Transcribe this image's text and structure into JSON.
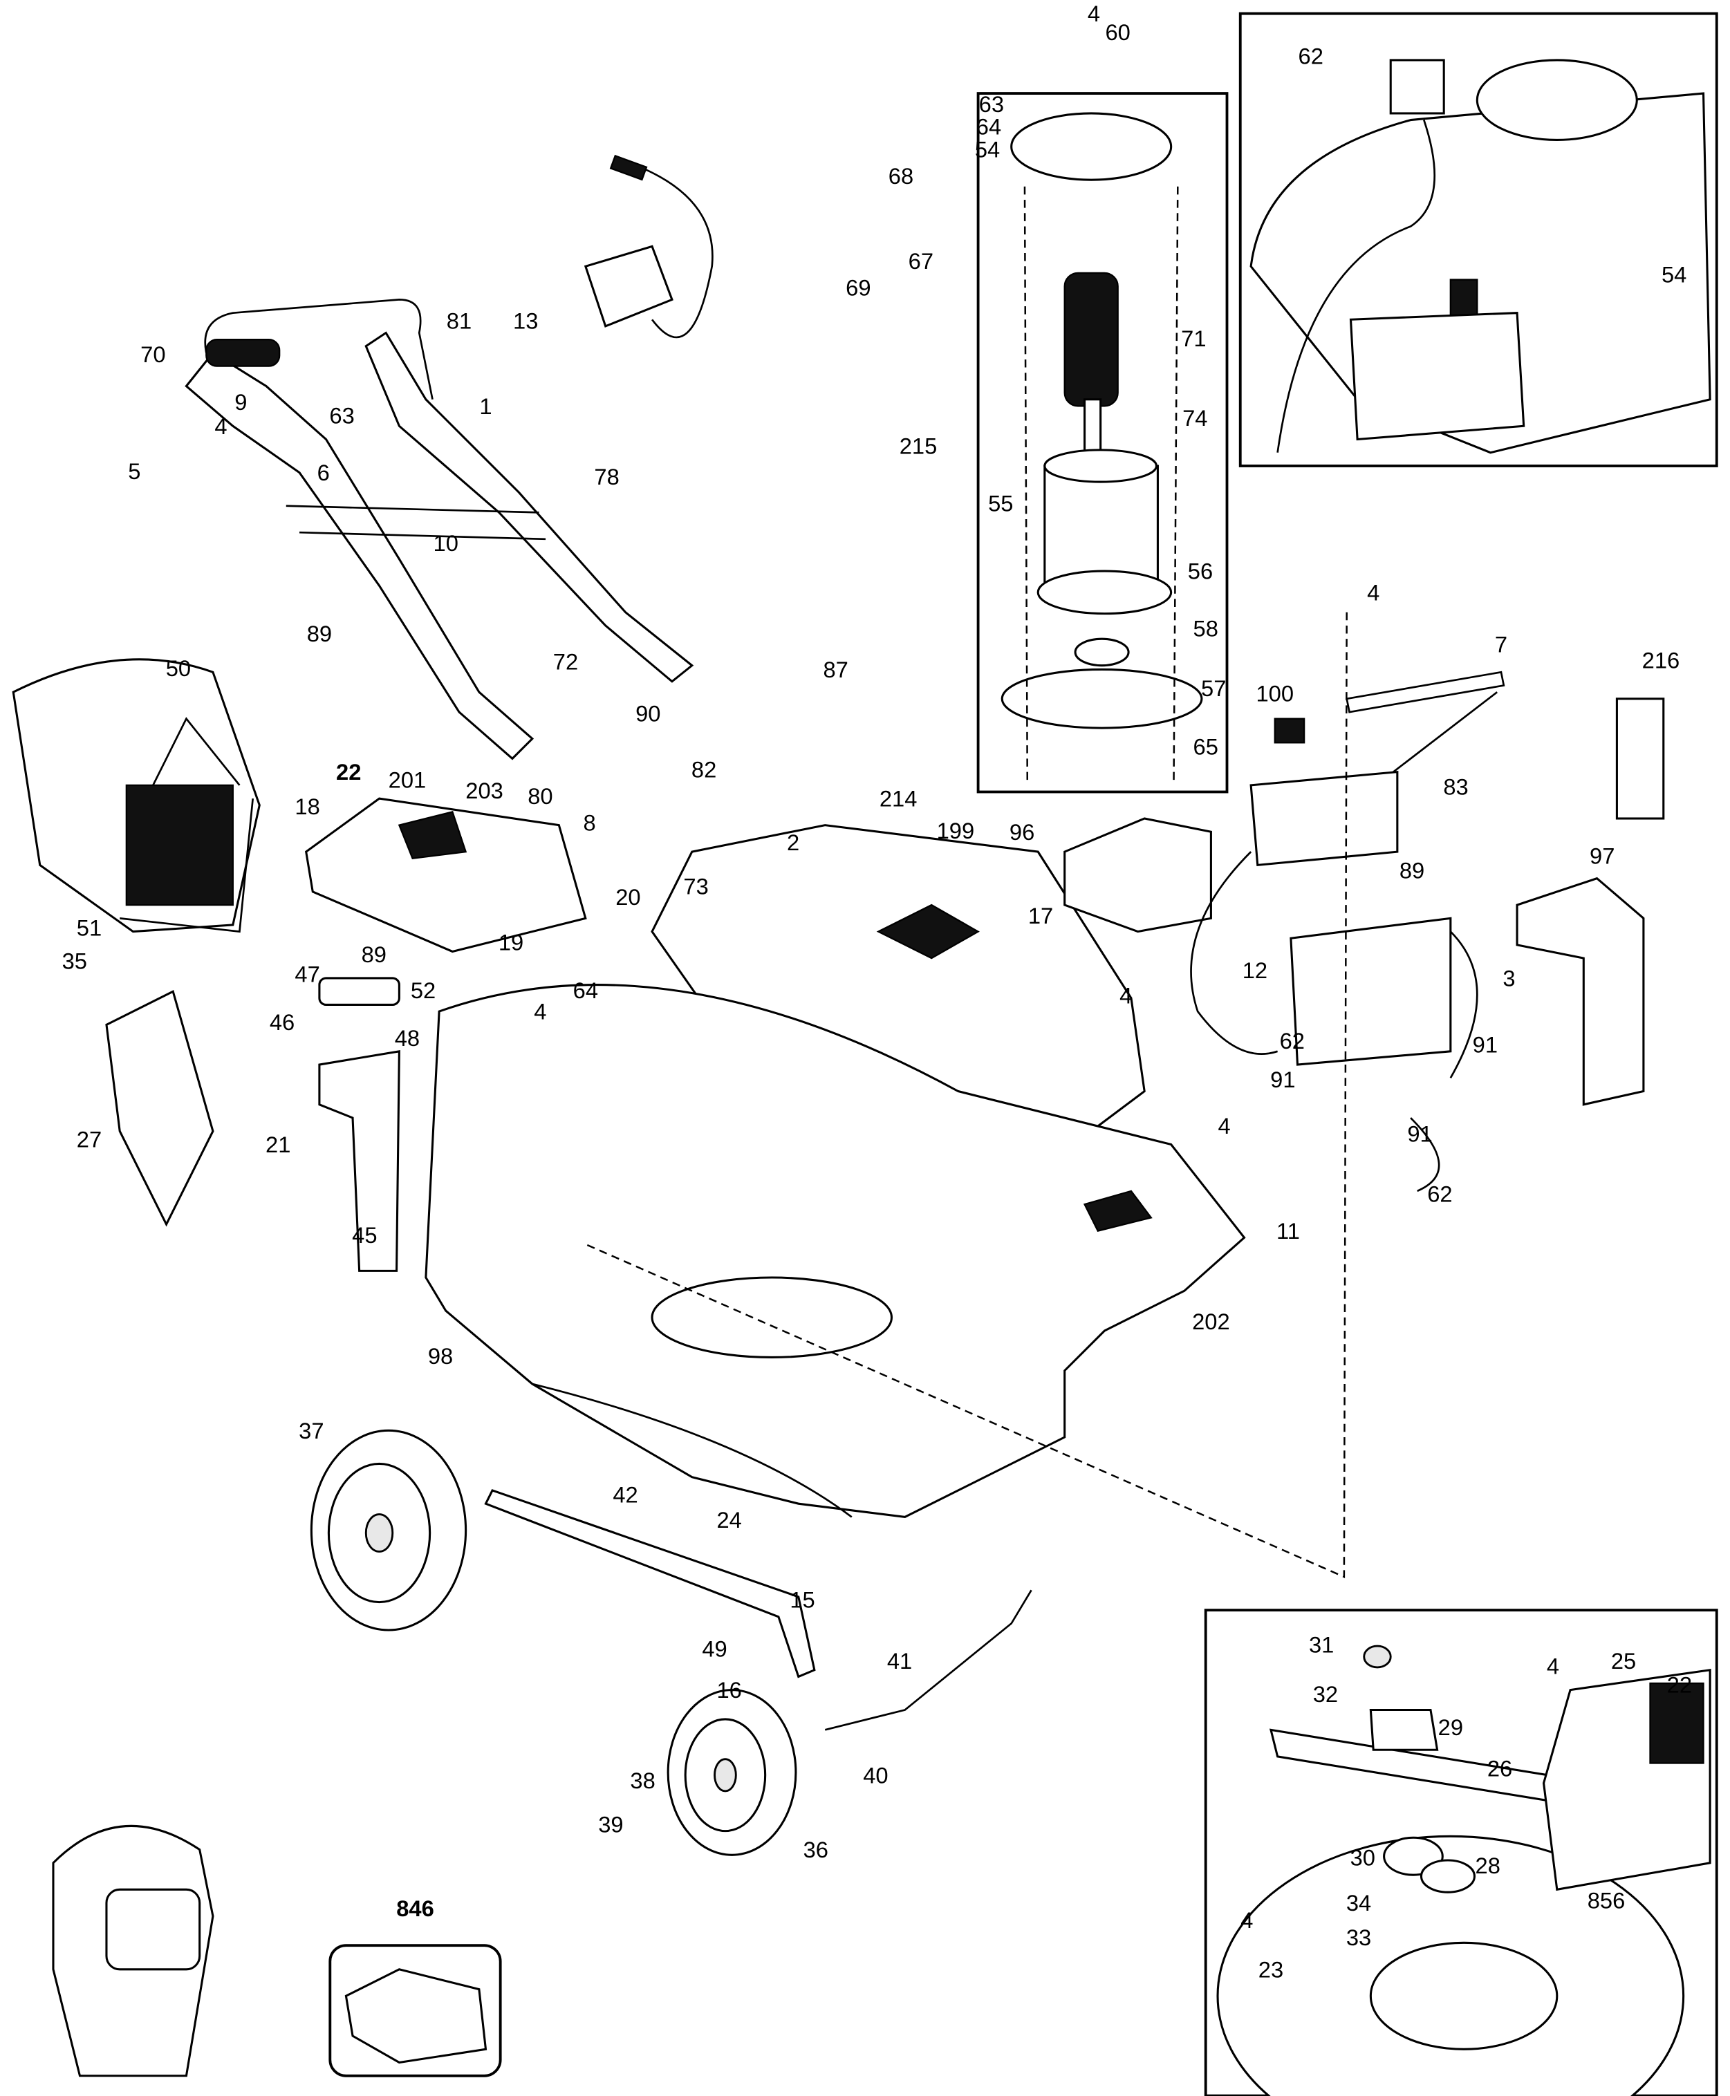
{
  "diagram": {
    "type": "exploded parts diagram",
    "labels": [
      "4",
      "60",
      "63",
      "64",
      "54",
      "68",
      "67",
      "69",
      "13",
      "81",
      "70",
      "71",
      "9",
      "4",
      "63",
      "1",
      "74",
      "215",
      "5",
      "6",
      "55",
      "78",
      "10",
      "56",
      "4",
      "58",
      "7",
      "89",
      "216",
      "72",
      "87",
      "50",
      "57",
      "100",
      "90",
      "65",
      "22",
      "201",
      "203",
      "80",
      "82",
      "83",
      "214",
      "199",
      "96",
      "18",
      "8",
      "2",
      "73",
      "97",
      "89",
      "17",
      "51",
      "20",
      "19",
      "12",
      "3",
      "89",
      "47",
      "35",
      "52",
      "64",
      "4",
      "4",
      "46",
      "48",
      "62",
      "91",
      "91",
      "4",
      "91",
      "27",
      "21",
      "62",
      "11",
      "45",
      "202",
      "98",
      "37",
      "42",
      "24",
      "15",
      "49",
      "41",
      "16",
      "40",
      "38",
      "39",
      "36",
      "31",
      "32",
      "4",
      "25",
      "22",
      "29",
      "26",
      "30",
      "28",
      "34",
      "4",
      "33",
      "23",
      "62",
      "54",
      "856",
      "846"
    ],
    "bold_labels": [
      "22",
      "846"
    ]
  }
}
